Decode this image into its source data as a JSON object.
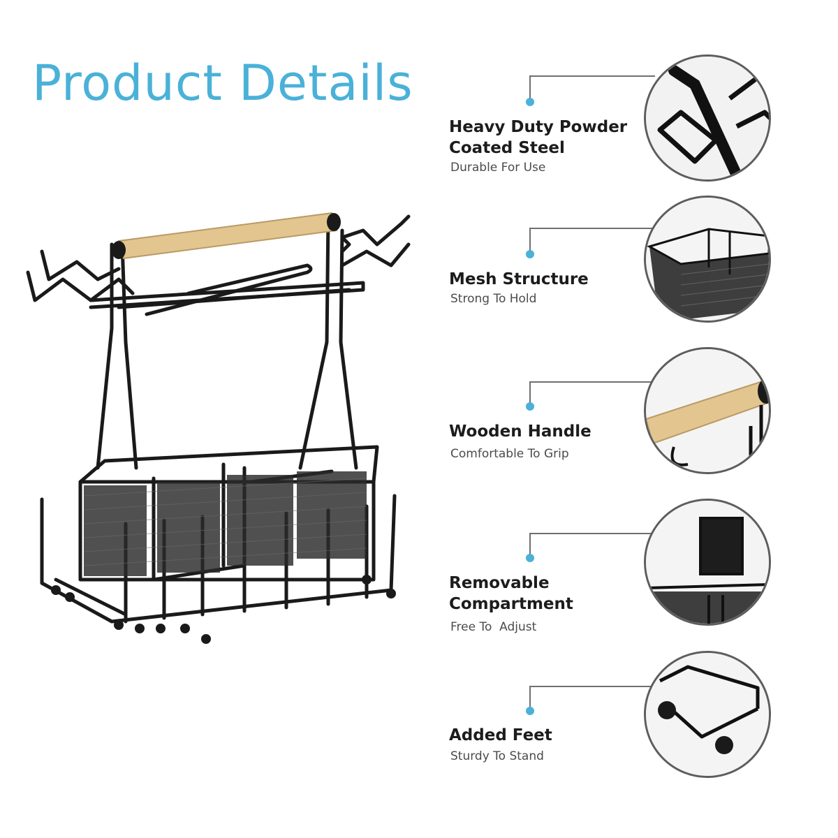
{
  "title": "Product Details",
  "features": [
    {
      "title_line1": "Heavy Duty Powder",
      "title_line2": "Coated Steel",
      "subtitle": "Durable For Use",
      "icon": "steel-wire-detail"
    },
    {
      "title_line1": "Mesh Structure",
      "title_line2": "",
      "subtitle": "Strong To Hold",
      "icon": "mesh-basket-detail"
    },
    {
      "title_line1": "Wooden Handle",
      "title_line2": "",
      "subtitle": "Comfortable To Grip",
      "icon": "wooden-handle-detail"
    },
    {
      "title_line1": "Removable",
      "title_line2": "Compartment",
      "subtitle": "Free To  Adjust",
      "icon": "removable-divider-detail"
    },
    {
      "title_line1": "Added Feet",
      "title_line2": "",
      "subtitle": "Sturdy To Stand",
      "icon": "ball-feet-detail"
    }
  ],
  "colors": {
    "accent": "#4ab1d8",
    "metal": "#1a1a1a",
    "wood": "#e3c58f",
    "outline": "#5d5d5d"
  }
}
